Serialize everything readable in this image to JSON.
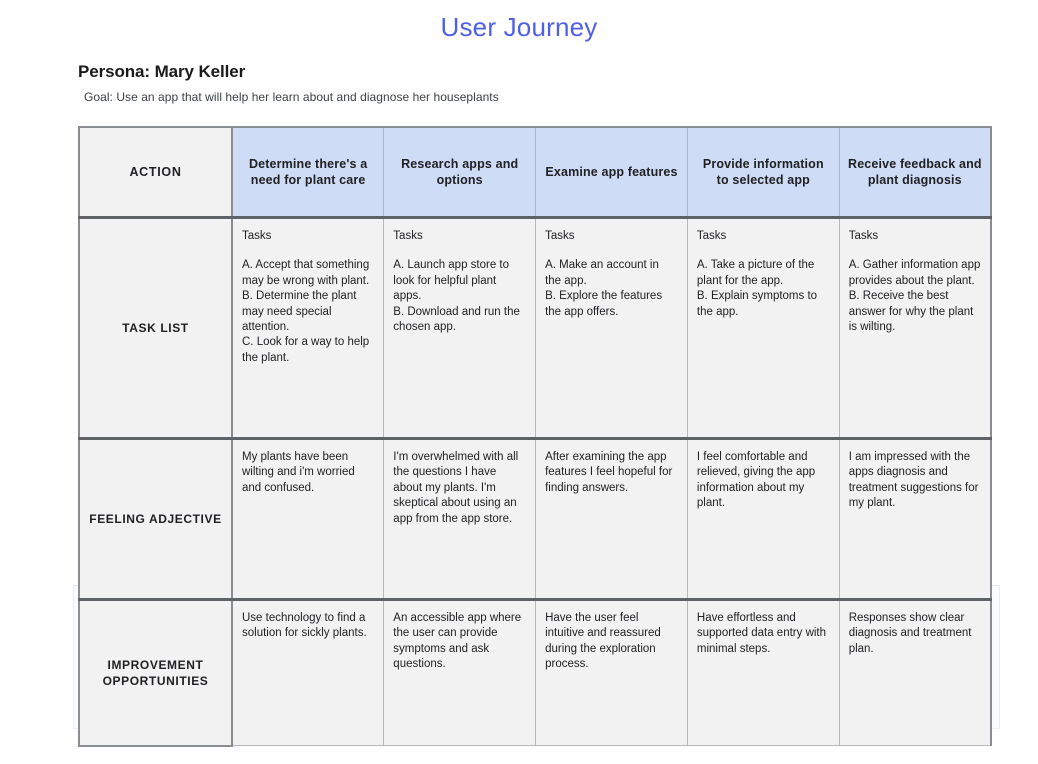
{
  "document": {
    "title": "User Journey",
    "persona_heading": "Persona: Mary Keller",
    "goal": "Goal: Use an app that will help her learn about and diagnose her houseplants",
    "title_color": "#4f5fe8",
    "header_accent_color": "#cfdcf5",
    "cell_background": "#f2f2f2",
    "border_color": "#5f6368"
  },
  "table": {
    "row_label_header": "ACTION",
    "column_headers": [
      "Determine there's a need for plant care",
      "Research apps and options",
      "Examine app features",
      "Provide information to selected app",
      "Receive feedback and plant diagnosis"
    ],
    "rows": [
      {
        "label": "TASK LIST",
        "kicker": "Tasks",
        "cells": [
          "A. Accept that something may be wrong with plant.\nB. Determine the plant may need special attention.\nC. Look for a way to help the plant.",
          "A.  Launch app store to look for helpful plant apps.\nB. Download and run the chosen app.",
          "A. Make an account in the app.\nB. Explore the features the app offers.",
          "A. Take a picture of the plant for the app.\nB. Explain symptoms to the app.",
          "A. Gather information app provides about the plant.\nB. Receive the best answer for why the plant is wilting."
        ]
      },
      {
        "label": "FEELING ADJECTIVE",
        "kicker": "",
        "cells": [
          "My plants have been wilting and i'm worried and confused.",
          "I'm overwhelmed with all the questions I have about my plants. I'm skeptical about using an app from the app store.",
          "After examining the app features I feel hopeful for finding answers.",
          "I feel comfortable and relieved, giving the app information about my plant.",
          "I am impressed with the apps diagnosis and treatment suggestions for my plant."
        ]
      },
      {
        "label": "IMPROVEMENT OPPORTUNITIES",
        "kicker": "",
        "cells": [
          " Use technology to find a solution for sickly plants.",
          "An accessible app where the user can provide symptoms and ask questions.",
          "Have the user feel intuitive and reassured during the exploration process.",
          "Have effortless and supported data entry with minimal steps.",
          "Responses show clear diagnosis and treatment plan."
        ]
      }
    ]
  }
}
